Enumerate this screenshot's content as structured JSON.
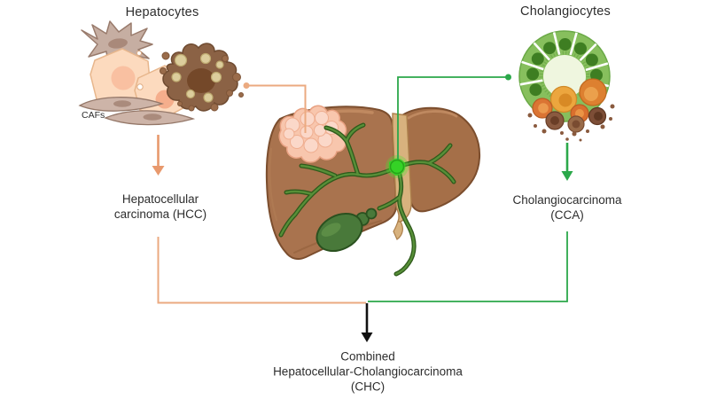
{
  "diagram": {
    "left_lineage": {
      "title": "Hepatocytes",
      "cafs_label": "CAFs",
      "outcome_label": "Hepatocellular\ncarcinoma (HCC)"
    },
    "right_lineage": {
      "title": "Cholangiocytes",
      "outcome_label": "Cholangiocarcinoma\n(CCA)"
    },
    "combined": {
      "outcome_label": "Combined\nHepatocellular-Cholangiocarcinoma\n(CHC)"
    },
    "colors": {
      "hcc_pathway_orange": "#ebaa80",
      "cca_pathway_green": "#2ba84a",
      "combined_arrow_black": "#111111",
      "cca_tumor_glow_green": "#38d527",
      "liver_brown": "#a9734e",
      "text": "#2d2d2d"
    }
  }
}
